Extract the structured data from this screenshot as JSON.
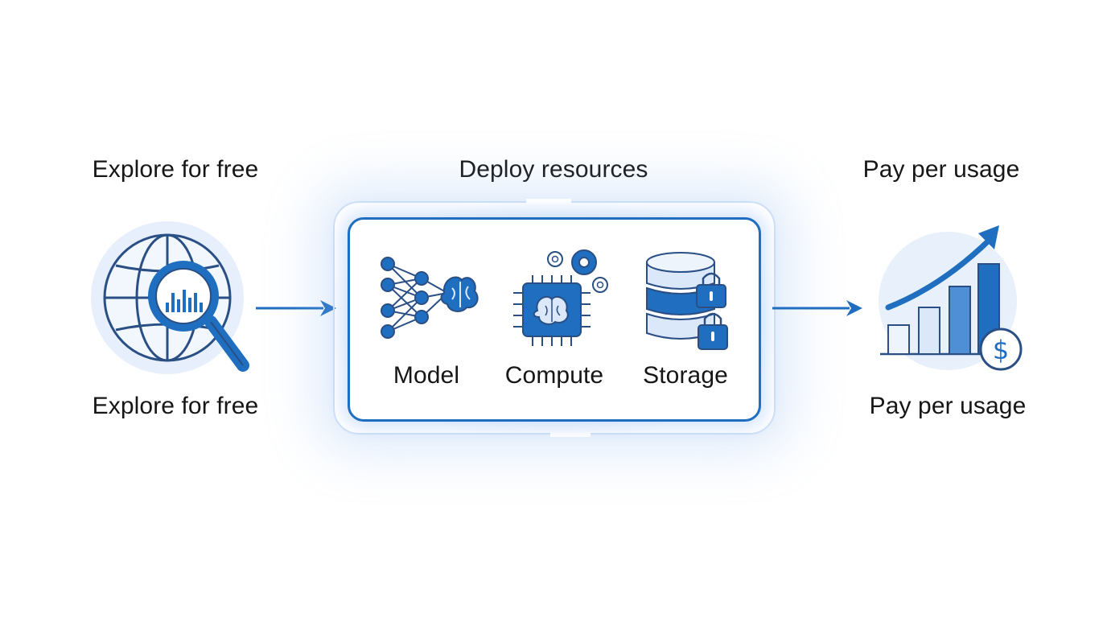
{
  "steps": {
    "explore": {
      "title": "Explore for free",
      "caption": "Explore for free",
      "icon": "globe-search-icon"
    },
    "deploy": {
      "title": "Deploy resources",
      "resources": [
        {
          "label": "Model",
          "icon": "neural-network-brain-icon"
        },
        {
          "label": "Compute",
          "icon": "chip-gears-icon"
        },
        {
          "label": "Storage",
          "icon": "database-lock-icon"
        }
      ]
    },
    "pay": {
      "title": "Pay per usage",
      "caption": "Pay per usage",
      "icon": "growth-chart-dollar-icon"
    }
  },
  "colors": {
    "primary": "#1f6ec0",
    "light": "#d6e6fa",
    "glow": "#a8c8f2",
    "text": "#161616"
  }
}
